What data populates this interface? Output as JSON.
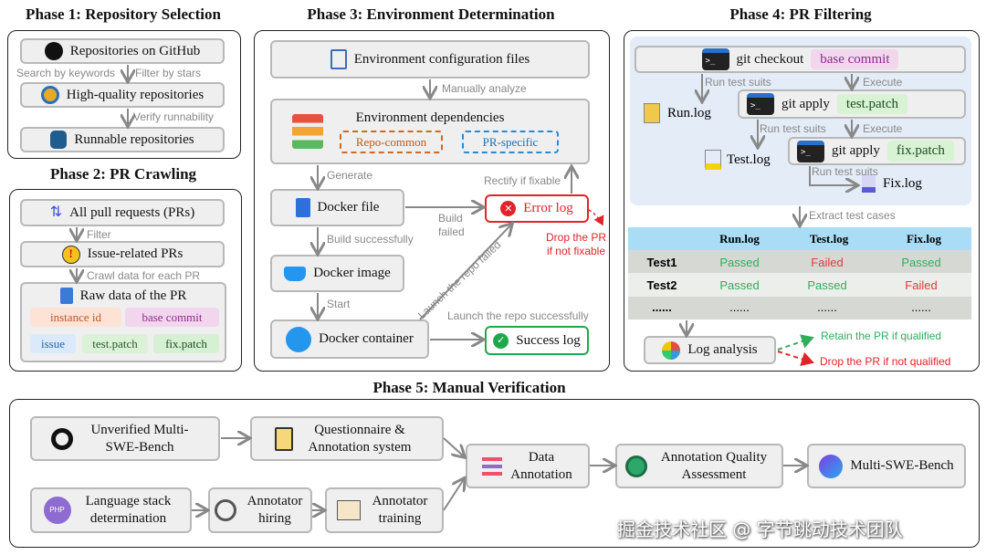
{
  "phase1": {
    "title": "Phase 1: Repository Selection",
    "nodes": [
      "Repositories on GitHub",
      "High-quality repositories",
      "Runnable repositories"
    ],
    "labels": [
      "Search by keywords",
      "Filter by stars",
      "Verify runnability"
    ]
  },
  "phase2": {
    "title": "Phase 2: PR Crawling",
    "nodes": [
      "All pull requests (PRs)",
      "Issue-related PRs",
      "Raw data of the PR"
    ],
    "labels": [
      "Filter",
      "Crawl data for each PR"
    ],
    "chips": [
      "instance id",
      "base commit",
      "issue",
      "test.patch",
      "fix.patch"
    ]
  },
  "phase3": {
    "title": "Phase 3: Environment Determination",
    "nodes": {
      "config": "Environment configuration files",
      "deps": "Environment dependencies",
      "repo_common": "Repo-common",
      "pr_specific": "PR-specific",
      "dockerfile": "Docker file",
      "image": "Docker image",
      "container": "Docker container",
      "error": "Error log",
      "success": "Success log"
    },
    "labels": {
      "analyze": "Manually analyze",
      "generate": "Generate",
      "build_ok": "Build successfully",
      "start": "Start",
      "build_failed": "Build failed",
      "rectify": "Rectify if fixable",
      "drop": "Drop the PR if not fixable",
      "launch_failed": "Launch the repo failed",
      "launch_ok": "Launch the repo successfully"
    }
  },
  "phase4": {
    "title": "Phase 4: PR Filtering",
    "checkout": "git checkout",
    "base_commit": "base commit",
    "apply": "git apply",
    "test_patch": "test.patch",
    "fix_patch": "fix.patch",
    "run_test": "Run test suits",
    "execute": "Execute",
    "run_log": "Run.log",
    "test_log": "Test.log",
    "fix_log": "Fix.log",
    "extract": "Extract test cases",
    "table": {
      "headers": [
        "",
        "Run.log",
        "Test.log",
        "Fix.log"
      ],
      "rows": [
        [
          "Test1",
          "Passed",
          "Failed",
          "Passed"
        ],
        [
          "Test2",
          "Passed",
          "Passed",
          "Failed"
        ],
        [
          "......",
          "......",
          "......",
          "......"
        ]
      ]
    },
    "log_analysis": "Log analysis",
    "retain": "Retain the PR if qualified",
    "drop": "Drop the PR if not qualified"
  },
  "phase5": {
    "title": "Phase 5: Manual Verification",
    "nodes": {
      "unverified": "Unverified Multi-SWE-Bench",
      "questionnaire": "Questionnaire & Annotation system",
      "language": "Language stack determination",
      "hiring": "Annotator hiring",
      "training": "Annotator training",
      "data_annotation": "Data Annotation",
      "qa": "Annotation Quality Assessment",
      "final": "Multi-SWE-Bench"
    }
  },
  "watermark": "掘金技术社区 @ 字节跳动技术团队",
  "colors": {
    "passed": "#2fae5c",
    "failed": "#e03b3b",
    "error": "#e0242a",
    "success": "#1fa84a",
    "table_header": "#a9dcf5",
    "phase4_bg": "#e3ecf7"
  }
}
